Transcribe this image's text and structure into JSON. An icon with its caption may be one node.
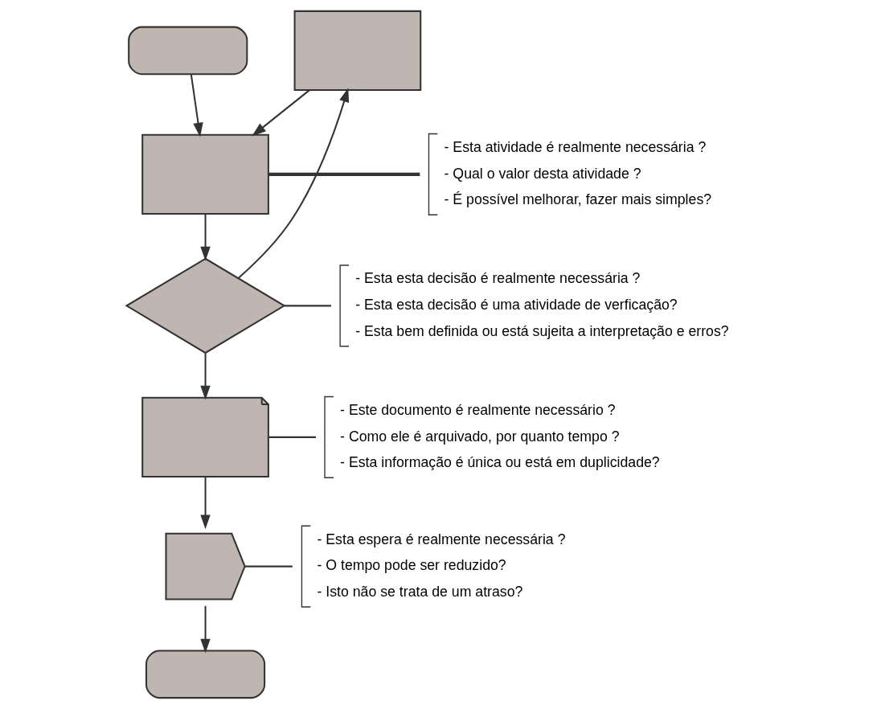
{
  "diagram": {
    "nodes": [
      {
        "text": [],
        "shape": "terminator"
      },
      {
        "text": [],
        "shape": "box"
      },
      {
        "text": [],
        "shape": "box"
      },
      {
        "text": [],
        "shape": "diamond"
      },
      {
        "text": [],
        "shape": "documents"
      },
      {
        "text": [],
        "shape": "delay"
      },
      {
        "text": [],
        "shape": "terminator"
      },
      {
        "text": [
          "- Esta atividade é realmente necessária ?",
          "- Qual o valor desta atividade ?",
          "- É possível melhorar, fazer mais simples?"
        ]
      },
      {
        "text": [
          "- Esta esta decisão é realmente necessária ?",
          "- Esta esta decisão é uma atividade de verficação?",
          "- Esta bem definida ou está sujeita a interpretação e erros?"
        ]
      },
      {
        "text": [
          "- Este documento é realmente necessário ?",
          "- Como ele é arquivado, por quanto tempo ?",
          "- Esta informação é única ou está em duplicidade?"
        ]
      },
      {
        "text": [
          "- Esta espera é realmente necessária ?",
          "- O tempo pode ser reduzido?",
          "- Isto não se trata de um atraso?"
        ]
      }
    ],
    "edges": [
      {
        "from": 0,
        "to": 2,
        "arrow": "to"
      },
      {
        "from": 2,
        "to": 3,
        "arrow": "to"
      },
      {
        "from": 3,
        "to": 1,
        "arrow": "to"
      },
      {
        "from": 1,
        "to": 2,
        "arrow": "to"
      },
      {
        "from": 3,
        "to": 4,
        "arrow": "to"
      },
      {
        "from": 4,
        "to": 5,
        "arrow": "to"
      },
      {
        "from": 5,
        "to": 6,
        "arrow": "to"
      },
      {
        "from": 7,
        "to": 2,
        "arrow": "none",
        "style": "thick"
      },
      {
        "from": 8,
        "to": 3,
        "arrow": "none"
      },
      {
        "from": 9,
        "to": 4,
        "arrow": "none"
      },
      {
        "from": 10,
        "to": 5,
        "arrow": "none"
      }
    ]
  }
}
